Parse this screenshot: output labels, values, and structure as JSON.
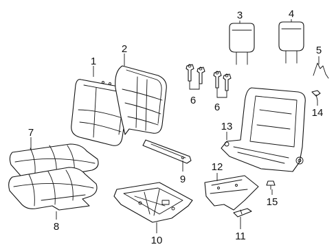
{
  "callouts": [
    {
      "id": "1",
      "text": "1"
    },
    {
      "id": "2",
      "text": "2"
    },
    {
      "id": "3",
      "text": "3"
    },
    {
      "id": "4",
      "text": "4"
    },
    {
      "id": "5",
      "text": "5"
    },
    {
      "id": "6a",
      "text": "6"
    },
    {
      "id": "6b",
      "text": "6"
    },
    {
      "id": "7",
      "text": "7"
    },
    {
      "id": "8",
      "text": "8"
    },
    {
      "id": "9",
      "text": "9"
    },
    {
      "id": "10",
      "text": "10"
    },
    {
      "id": "11",
      "text": "11"
    },
    {
      "id": "12",
      "text": "12"
    },
    {
      "id": "13",
      "text": "13"
    },
    {
      "id": "14",
      "text": "14"
    },
    {
      "id": "15",
      "text": "15"
    }
  ]
}
